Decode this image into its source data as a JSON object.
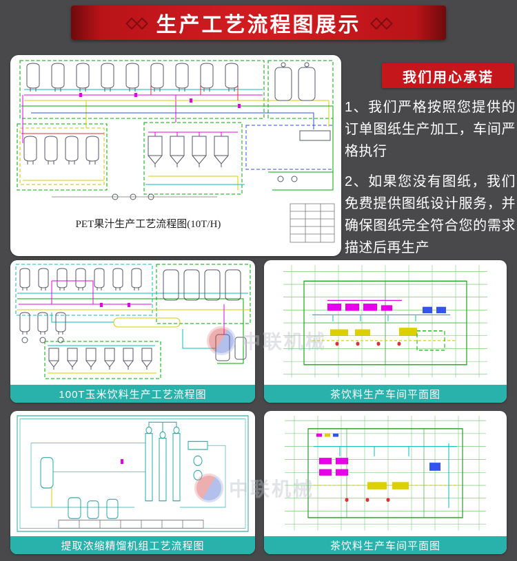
{
  "page": {
    "background": "#49494b"
  },
  "banner": {
    "title": "生产工艺流程图展示",
    "decor": "◇◇",
    "bg_color": "#d01c21"
  },
  "promise": {
    "badge": "我们用心承诺",
    "badge_color": "#c5161b",
    "items": [
      "1、我们严格按照您提供的订单图纸生产加工，车间严格执行",
      "2、如果您没有图纸，我们免费提供图纸设计服务，并确保图纸完全符合您的需求描述后再生产"
    ]
  },
  "diagrams": {
    "pet": {
      "caption": "PET果汁生产工艺流程图(10T/H)"
    },
    "corn": {
      "caption": "100T玉米饮料生产工艺流程图"
    },
    "tea1": {
      "caption": "茶饮料生产车间平面图"
    },
    "distill": {
      "caption": "提取浓缩精馏机组工艺流程图"
    },
    "tea2": {
      "caption": "茶饮料生产车间平面图"
    }
  },
  "watermark": {
    "text": "中联机械"
  },
  "colors": {
    "caption_teal": "#29b2ac",
    "accent_red": "#c5161b",
    "background_gray": "#49494b"
  }
}
